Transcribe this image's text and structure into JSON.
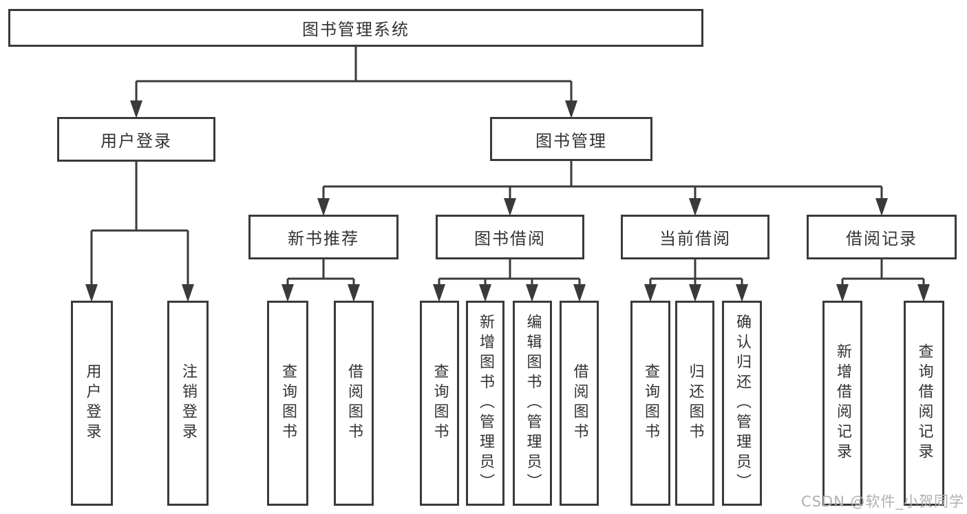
{
  "root": {
    "label": "图书管理系统"
  },
  "branches": [
    {
      "label": "用户登录",
      "children": [
        {
          "label": "用户登录"
        },
        {
          "label": "注销登录"
        }
      ]
    },
    {
      "label": "图书管理",
      "children": [
        {
          "label": "新书推荐",
          "children": [
            {
              "label": "查询图书"
            },
            {
              "label": "借阅图书"
            }
          ]
        },
        {
          "label": "图书借阅",
          "children": [
            {
              "label": "查询图书"
            },
            {
              "label": "新增图书（管理员）"
            },
            {
              "label": "编辑图书（管理员）"
            },
            {
              "label": "借阅图书"
            }
          ]
        },
        {
          "label": "当前借阅",
          "children": [
            {
              "label": "查询图书"
            },
            {
              "label": "归还图书"
            },
            {
              "label": "确认归还（管理员）"
            }
          ]
        },
        {
          "label": "借阅记录",
          "children": [
            {
              "label": "新增借阅记录"
            },
            {
              "label": "查询借阅记录"
            }
          ]
        }
      ]
    }
  ],
  "watermark": {
    "text": "CSDN @软件_小贺同学"
  },
  "colors": {
    "line": "#3a3a3a",
    "box_border": "#3a3a3a",
    "box_fill": "#ffffff",
    "text": "#333333",
    "watermark": "#b0b0b0",
    "background": "#ffffff"
  }
}
